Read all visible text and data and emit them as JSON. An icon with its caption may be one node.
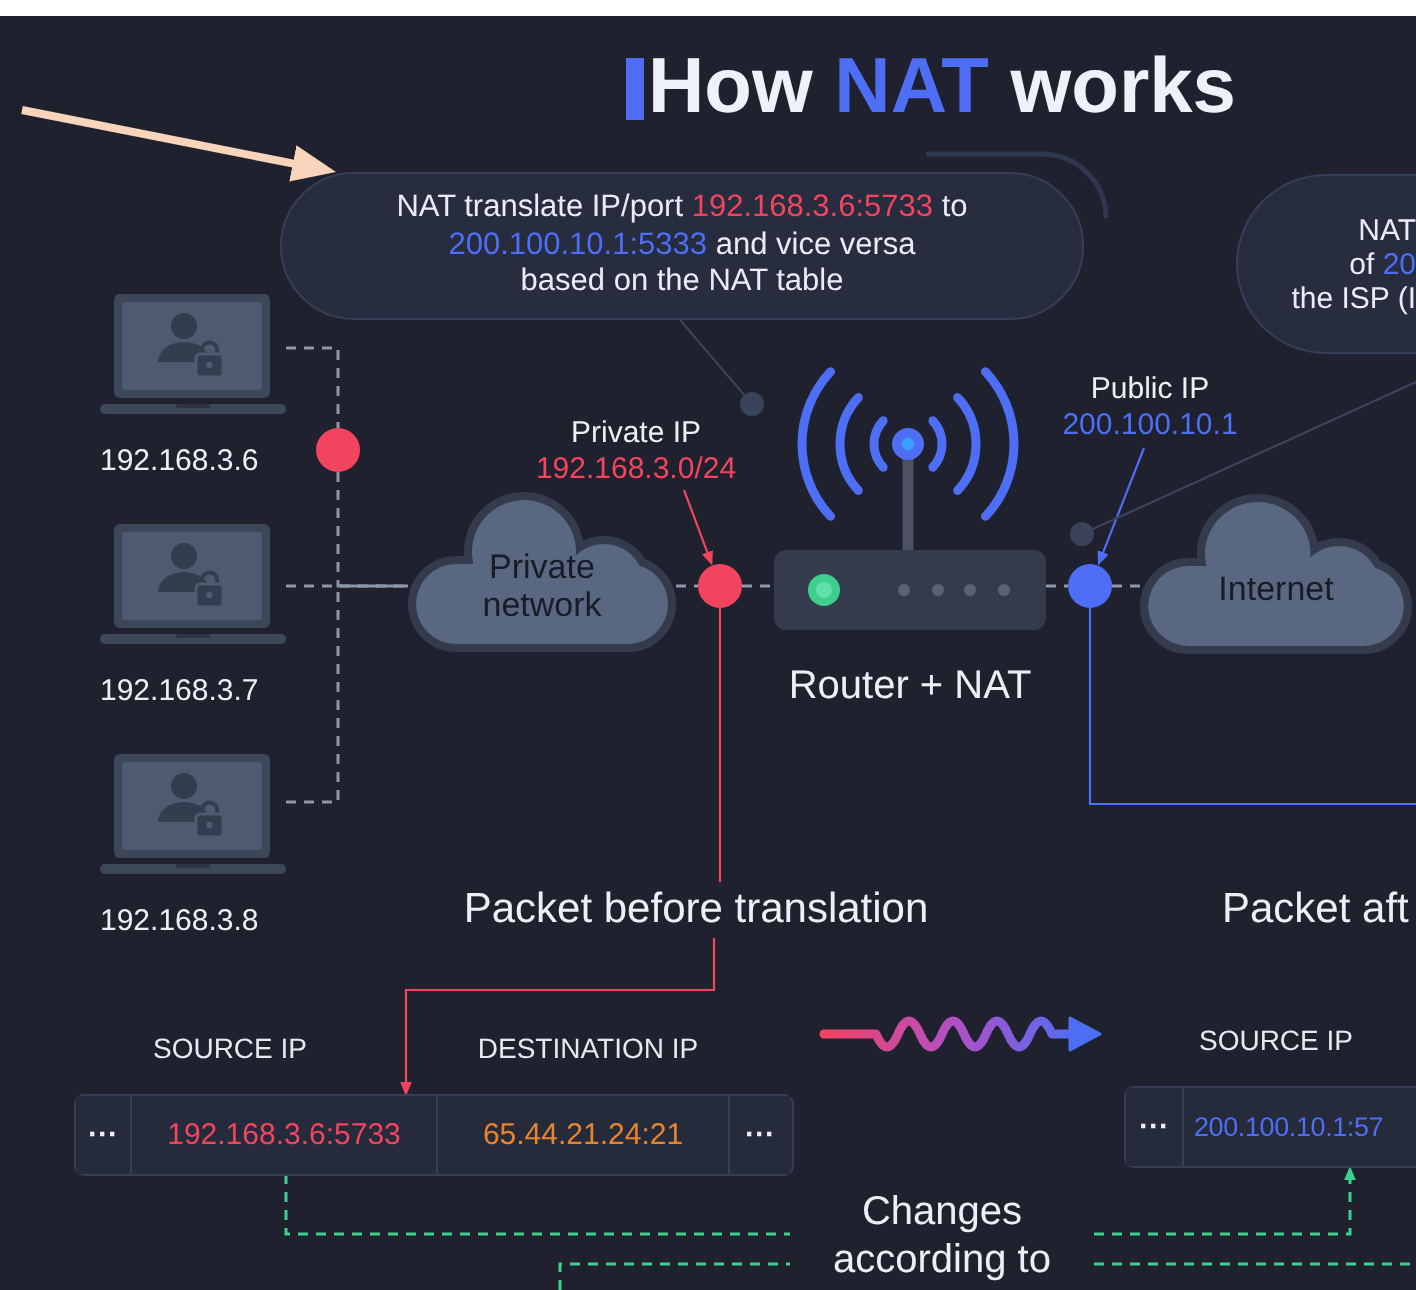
{
  "diagram": {
    "title": "How NAT works",
    "nodes": [
      {
        "text": [
          "NAT translate IP/port",
          "192.168.3.6:5733",
          "to",
          "200.100.10.1:5333",
          "and vice versa",
          "based on the NAT table"
        ]
      },
      {
        "text": [
          "NAT",
          "of",
          "20",
          "the ISP (I"
        ]
      },
      {
        "text": [],
        "shape": "picture",
        "beside": [
          "192.168.3.6"
        ]
      },
      {
        "text": [],
        "shape": "picture",
        "beside": [
          "192.168.3.7"
        ]
      },
      {
        "text": [],
        "shape": "picture",
        "beside": [
          "192.168.3.8"
        ]
      },
      {
        "text": [],
        "shape": "circle"
      },
      {
        "text": [
          "Private network"
        ]
      },
      {
        "text": [
          "Private IP",
          "192.168.3.0/24"
        ]
      },
      {
        "text": [],
        "shape": "circle"
      },
      {
        "text": [],
        "shape": "picture",
        "beside": [
          "Router + NAT"
        ]
      },
      {
        "text": [],
        "shape": "circle"
      },
      {
        "text": [
          "Public IP",
          "200.100.10.1"
        ]
      },
      {
        "text": [],
        "shape": "circle"
      },
      {
        "text": [
          "Internet"
        ]
      },
      {
        "text": [],
        "shape": "circle"
      },
      {
        "text": [
          "Packet before translation"
        ]
      },
      {
        "text": [
          "Packet aft"
        ]
      },
      {
        "text": [],
        "shape": "box"
      },
      {
        "text": [
          "···"
        ],
        "in": 17
      },
      {
        "text": [
          "192.168.3.6:5733"
        ],
        "in": 17
      },
      {
        "text": [
          "65.44.21.24:21"
        ],
        "in": 17
      },
      {
        "text": [
          "···"
        ],
        "in": 17
      },
      {
        "text": [],
        "shape": "box"
      },
      {
        "text": [
          "···"
        ],
        "in": 22
      },
      {
        "text": [
          "200.100.10.1:57"
        ],
        "in": 22
      },
      {
        "text": [
          "Changes according to"
        ]
      }
    ],
    "edges": [
      {
        "from": 2,
        "to": 5,
        "arrow": "none",
        "style": "dashed"
      },
      {
        "from": 5,
        "to": 6,
        "arrow": "none",
        "style": "dashed"
      },
      {
        "from": 3,
        "to": 6,
        "arrow": "none",
        "style": "dashed"
      },
      {
        "from": 4,
        "to": 6,
        "arrow": "none",
        "style": "dashed"
      },
      {
        "from": 6,
        "to": 8,
        "arrow": "none",
        "style": "dashed"
      },
      {
        "from": 8,
        "to": 9,
        "arrow": "none",
        "style": "dashed"
      },
      {
        "from": 9,
        "to": 12,
        "arrow": "none",
        "style": "dashed"
      },
      {
        "from": 12,
        "to": 13,
        "arrow": "none",
        "style": "dashed"
      },
      {
        "from": 7,
        "to": 8,
        "arrow": "to",
        "color": "#f2445f"
      },
      {
        "from": 11,
        "to": 12,
        "arrow": "to",
        "color": "#4d6ef5"
      },
      {
        "from": 0,
        "to": 10,
        "arrow": "none",
        "color": "#3a4359"
      },
      {
        "from": null,
        "to": 14,
        "arrow": "none",
        "color": "#3a4359"
      },
      {
        "from": 8,
        "to": 15,
        "arrow": "none",
        "color": "#f2445f"
      },
      {
        "from": 15,
        "to": 19,
        "arrow": "to",
        "color": "#f2445f"
      },
      {
        "from": 12,
        "to": null,
        "arrow": "none",
        "color": "#4d6ef5"
      },
      {
        "from": 19,
        "to": 25,
        "arrow": "none",
        "style": "dashed",
        "color": "#3ecf8e"
      },
      {
        "from": 25,
        "to": 24,
        "arrow": "to",
        "style": "dashed",
        "color": "#3ecf8e"
      },
      {
        "from": null,
        "to": 25,
        "arrow": "none",
        "style": "dashed",
        "color": "#3ecf8e"
      },
      {
        "from": 25,
        "to": null,
        "arrow": "none",
        "style": "dashed",
        "color": "#3ecf8e"
      },
      {
        "from": null,
        "to": 0,
        "arrow": "to",
        "style": "thick",
        "color": "#f8d4bb"
      }
    ],
    "labels": [
      "SOURCE IP",
      "DESTINATION IP",
      "SOURCE IP"
    ]
  }
}
